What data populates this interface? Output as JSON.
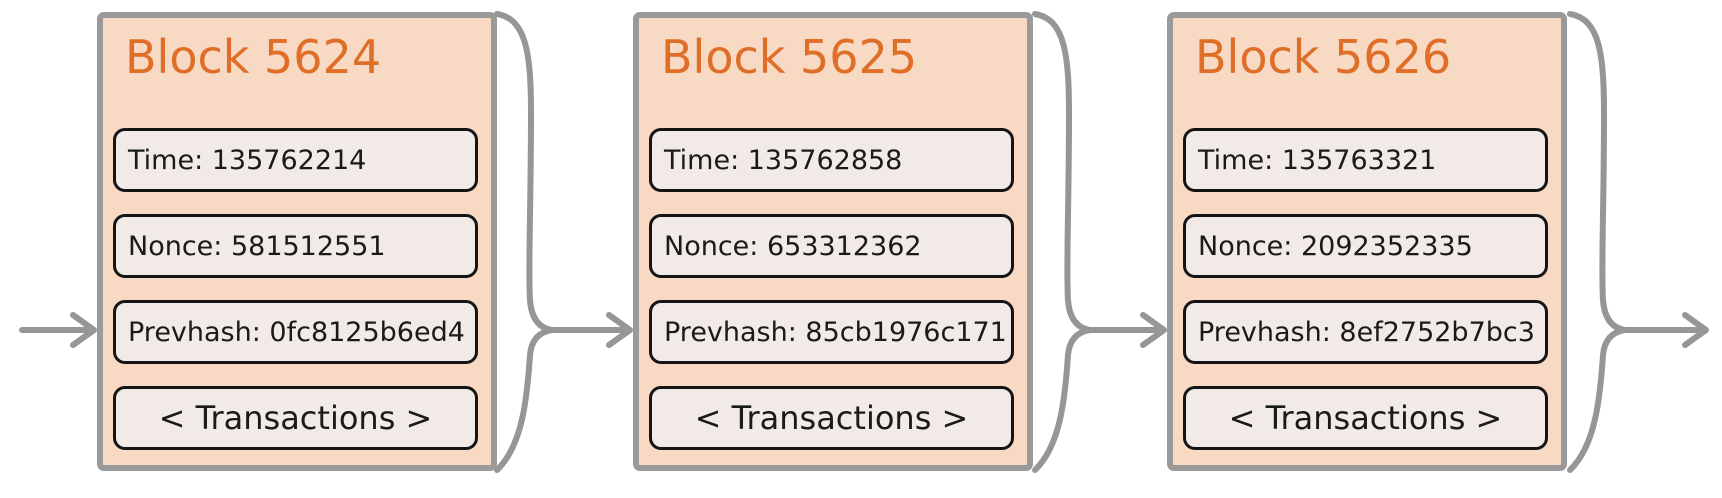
{
  "blocks": [
    {
      "title": "Block 5624",
      "fields": [
        {
          "name": "time",
          "text": "Time: 135762214"
        },
        {
          "name": "nonce",
          "text": "Nonce: 581512551"
        },
        {
          "name": "prevhash",
          "text": "Prevhash: 0fc8125b6ed4"
        },
        {
          "name": "transactions",
          "text": "< Transactions >"
        }
      ]
    },
    {
      "title": "Block 5625",
      "fields": [
        {
          "name": "time",
          "text": "Time: 135762858"
        },
        {
          "name": "nonce",
          "text": "Nonce: 653312362"
        },
        {
          "name": "prevhash",
          "text": "Prevhash: 85cb1976c171"
        },
        {
          "name": "transactions",
          "text": "< Transactions >"
        }
      ]
    },
    {
      "title": "Block 5626",
      "fields": [
        {
          "name": "time",
          "text": "Time: 135763321"
        },
        {
          "name": "nonce",
          "text": "Nonce: 2092352335"
        },
        {
          "name": "prevhash",
          "text": "Prevhash: 8ef2752b7bc3"
        },
        {
          "name": "transactions",
          "text": "< Transactions >"
        }
      ]
    }
  ],
  "colors": {
    "background": "#ffffff",
    "block_fill": "#f8d9c3",
    "block_border": "#9a9a9a",
    "field_fill": "#f1eae6",
    "field_border": "#141414",
    "title_color": "#df6e28",
    "connector": "#969696",
    "text": "#1a1a1a"
  }
}
